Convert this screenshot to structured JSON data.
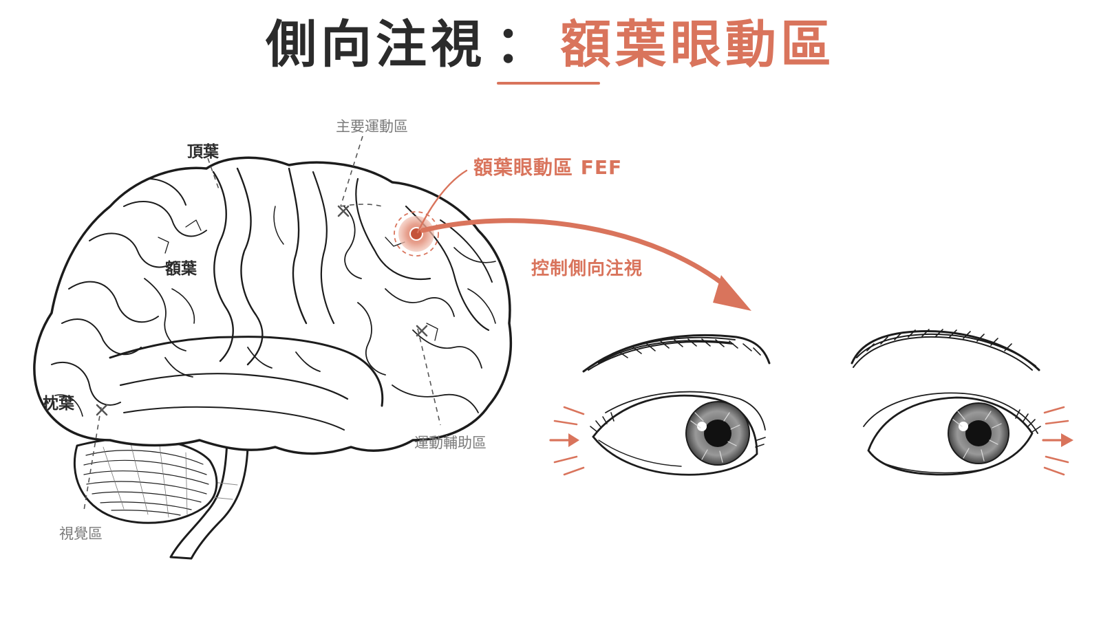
{
  "title": {
    "main": "側向注視",
    "separator": "：",
    "accent": "額葉眼動區"
  },
  "labels": {
    "parietal_lobe": "頂葉",
    "frontal_lobe": "額葉",
    "occipital_lobe": "枕葉",
    "primary_motor_area": "主要運動區",
    "supplementary_motor_area": "運動輔助區",
    "visual_area": "視覺區",
    "fef": "額葉眼動區 FEF",
    "control_lateral_gaze": "控制側向注視"
  },
  "colors": {
    "accent": "#d9745c",
    "ink": "#2b2b2b",
    "muted": "#7a7a7a"
  }
}
